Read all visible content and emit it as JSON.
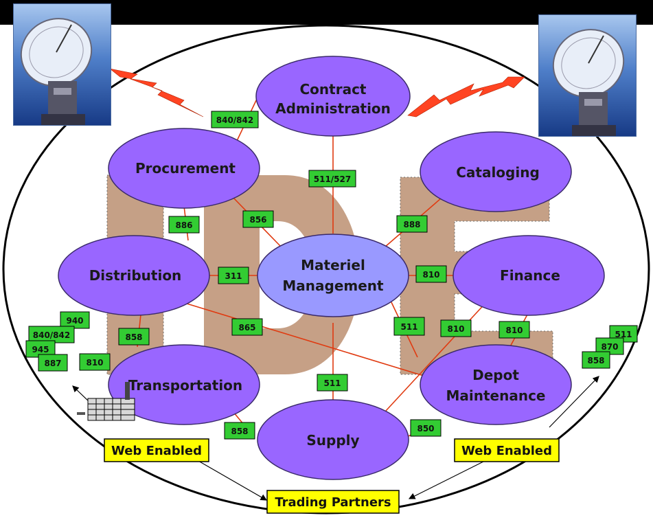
{
  "watermark": "IDE",
  "colors": {
    "node_fill": "#9966ff",
    "node_stroke": "#3a2a6a",
    "center_fill": "#9999ff",
    "link": "#e03a10",
    "code_fill": "#33cc33",
    "label_fill": "#ffff00",
    "radio_arrow": "#ff4422",
    "watermark": "#b07c58"
  },
  "nodes": {
    "contract": {
      "line1": "Contract",
      "line2": "Administration"
    },
    "procurement": {
      "label": "Procurement"
    },
    "cataloging": {
      "label": "Cataloging"
    },
    "distribution": {
      "label": "Distribution"
    },
    "materiel": {
      "line1": "Materiel",
      "line2": "Management"
    },
    "finance": {
      "label": "Finance"
    },
    "transportation": {
      "label": "Transportation"
    },
    "depot": {
      "line1": "Depot",
      "line2": "Maintenance"
    },
    "supply": {
      "label": "Supply"
    }
  },
  "codes": {
    "c840_842_top": "840/842",
    "c511_527": "511/527",
    "c886": "886",
    "c856": "856",
    "c888": "888",
    "c311": "311",
    "c810_mid": "810",
    "c858_left": "858",
    "c865": "865",
    "c511_mid": "511",
    "c810_a": "810",
    "c810_b": "810",
    "c511_low": "511",
    "c858_bottom": "858",
    "c850": "850",
    "c810_left": "810",
    "c940": "940",
    "c840_842_left": "840/842",
    "c945": "945",
    "c887": "887",
    "c511_right": "511",
    "c870": "870",
    "c858_right": "858"
  },
  "labels": {
    "web_enabled_left": "Web Enabled",
    "web_enabled_right": "Web Enabled",
    "trading_partners": "Trading Partners"
  },
  "icons": {
    "left_dish": "satellite-dish-icon",
    "right_dish": "satellite-dish-icon",
    "factory": "factory-icon"
  }
}
